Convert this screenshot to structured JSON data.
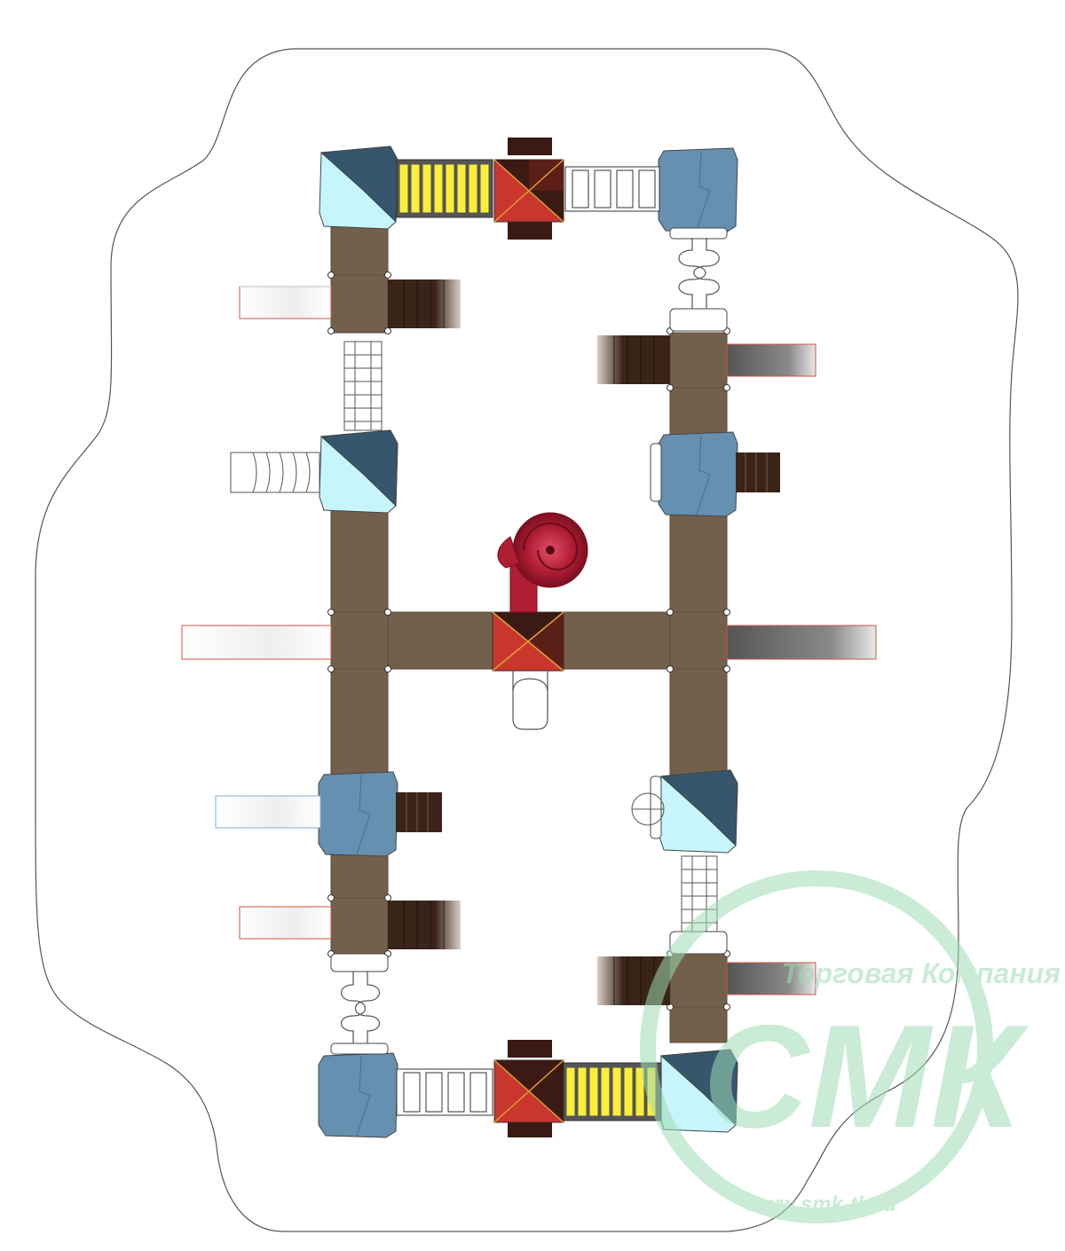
{
  "watermark": {
    "company": "Торговая Компания",
    "brand": "СМК",
    "url": "www.smk-tk.ru",
    "color": "#9fdbb4"
  },
  "colors": {
    "deck": "#73604c",
    "deck_line": "#5a4a3a",
    "roof_light": "#c6f6fb",
    "roof_dark": "#35566d",
    "roof_blue": "#6690b0",
    "roof_red": "#c9362e",
    "roof_brown": "#3a1a12",
    "bridge_yellow": "#fbee3a",
    "slide_red": "#b11d33",
    "stairs_dark": "#3a2418",
    "outline": "#555555"
  }
}
